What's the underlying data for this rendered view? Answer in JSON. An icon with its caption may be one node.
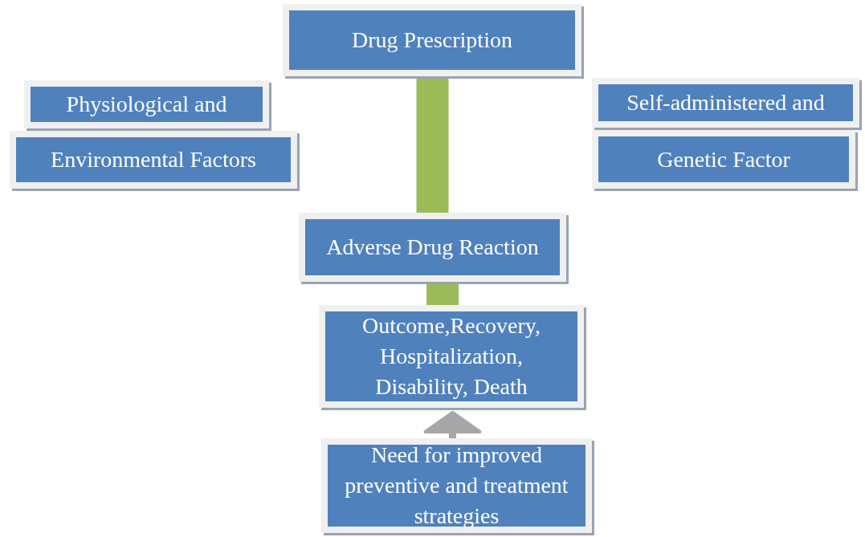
{
  "diagram": {
    "nodes": [
      {
        "text": [
          "Drug Prescription"
        ]
      },
      {
        "text": [
          "Physiological and"
        ]
      },
      {
        "text": [
          "Environmental Factors"
        ]
      },
      {
        "text": [
          "Self-administered and"
        ]
      },
      {
        "text": [
          "Genetic Factor"
        ]
      },
      {
        "text": [
          "Adverse Drug Reaction"
        ]
      },
      {
        "text": [
          "Outcome,Recovery, Hospitalization, Disability, Death"
        ]
      },
      {
        "text": [
          "Need for improved preventive and treatment strategies"
        ]
      }
    ],
    "edges": [
      {
        "from": 0,
        "to": 5,
        "arrow": "none"
      },
      {
        "from": 5,
        "to": 6,
        "arrow": "none"
      },
      {
        "from": 7,
        "to": 6,
        "arrow": "to",
        "color": "#a6a6a6"
      }
    ]
  }
}
